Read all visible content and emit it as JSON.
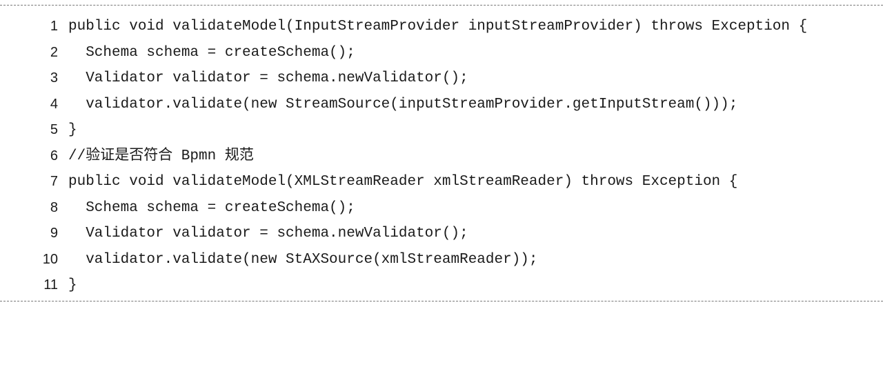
{
  "code": {
    "lines": [
      {
        "number": "1",
        "text": "public void validateModel(InputStreamProvider inputStreamProvider) throws Exception {"
      },
      {
        "number": "2",
        "text": "  Schema schema = createSchema();"
      },
      {
        "number": "3",
        "text": "  Validator validator = schema.newValidator();"
      },
      {
        "number": "4",
        "text": "  validator.validate(new StreamSource(inputStreamProvider.getInputStream()));"
      },
      {
        "number": "5",
        "text": "}"
      },
      {
        "number": "6",
        "text": "//验证是否符合 Bpmn 规范"
      },
      {
        "number": "7",
        "text": "public void validateModel(XMLStreamReader xmlStreamReader) throws Exception {"
      },
      {
        "number": "8",
        "text": "  Schema schema = createSchema();"
      },
      {
        "number": "9",
        "text": "  Validator validator = schema.newValidator();"
      },
      {
        "number": "10",
        "text": "  validator.validate(new StAXSource(xmlStreamReader));"
      },
      {
        "number": "11",
        "text": "}"
      }
    ]
  }
}
